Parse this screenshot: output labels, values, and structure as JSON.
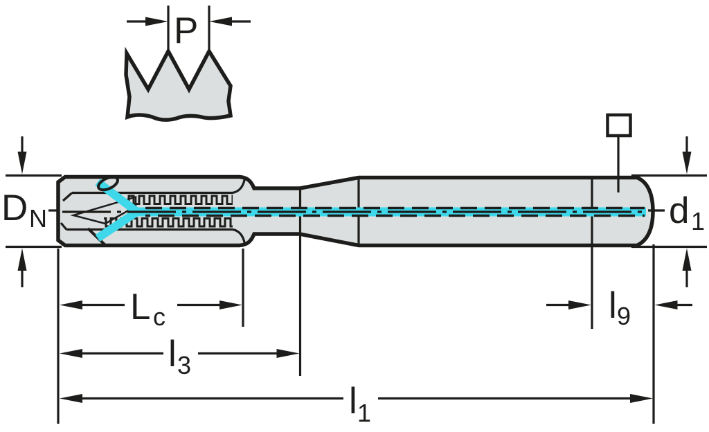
{
  "diagram": {
    "title": "Machine tap dimensional line drawing with internal coolant channels",
    "type": "technical-drawing",
    "view": "side section with thread pitch detail"
  },
  "detail_view": {
    "pitch_label": "P"
  },
  "dimensions": {
    "nominal_diameter": {
      "main": "D",
      "sub": "N"
    },
    "shank_diameter": {
      "main": "d",
      "sub": "1"
    },
    "chamfer_length": {
      "main": "L",
      "sub": "c"
    },
    "thread_length": {
      "main": "l",
      "sub": "3"
    },
    "shank_square_length": {
      "main": "l",
      "sub": "9"
    },
    "overall_length": {
      "main": "l",
      "sub": "1"
    }
  },
  "symbols": {
    "square_drive": "square-outline"
  },
  "colors": {
    "coolant": "#3ed8ea",
    "body_fill": "#dbdfdf",
    "line": "#1d1d1b",
    "background": "#ffffff"
  }
}
